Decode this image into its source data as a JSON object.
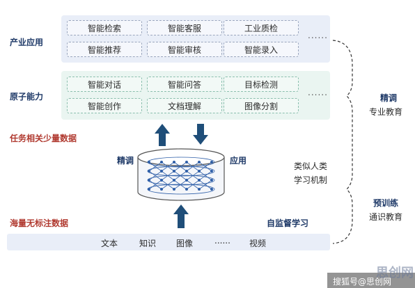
{
  "layers": {
    "industry": {
      "label": "产业应用",
      "items": [
        "智能检索",
        "智能客服",
        "工业质检",
        "智能推荐",
        "智能审核",
        "智能录入"
      ],
      "more": "......"
    },
    "atomic": {
      "label": "原子能力",
      "items": [
        "智能对话",
        "智能问答",
        "目标检测",
        "智能创作",
        "文档理解",
        "图像分割"
      ],
      "more": "......"
    }
  },
  "left_labels": {
    "task_data": "任务相关少量数据",
    "unlabeled_data": "海量无标注数据"
  },
  "model": {
    "finetune_label": "精调",
    "apply_label": "应用",
    "self_supervised": "自监督学习"
  },
  "bottom_bar": {
    "items": [
      "文本",
      "知识",
      "图像",
      "......",
      "视频"
    ]
  },
  "right_side": {
    "finetune_title": "精调",
    "finetune_sub": "专业教育",
    "analogy_line1": "类似人类",
    "analogy_line2": "学习机制",
    "pretrain_title": "预训练",
    "pretrain_sub": "通识教育"
  },
  "watermark": {
    "text": "搜狐号@思创网",
    "logo": "思创网"
  },
  "colors": {
    "navy": "#1f3a68",
    "red_label": "#b0392f",
    "arrow_blue": "#1f4e79",
    "panel_blue": "#e9eef8",
    "panel_green": "#eaf5f1"
  }
}
